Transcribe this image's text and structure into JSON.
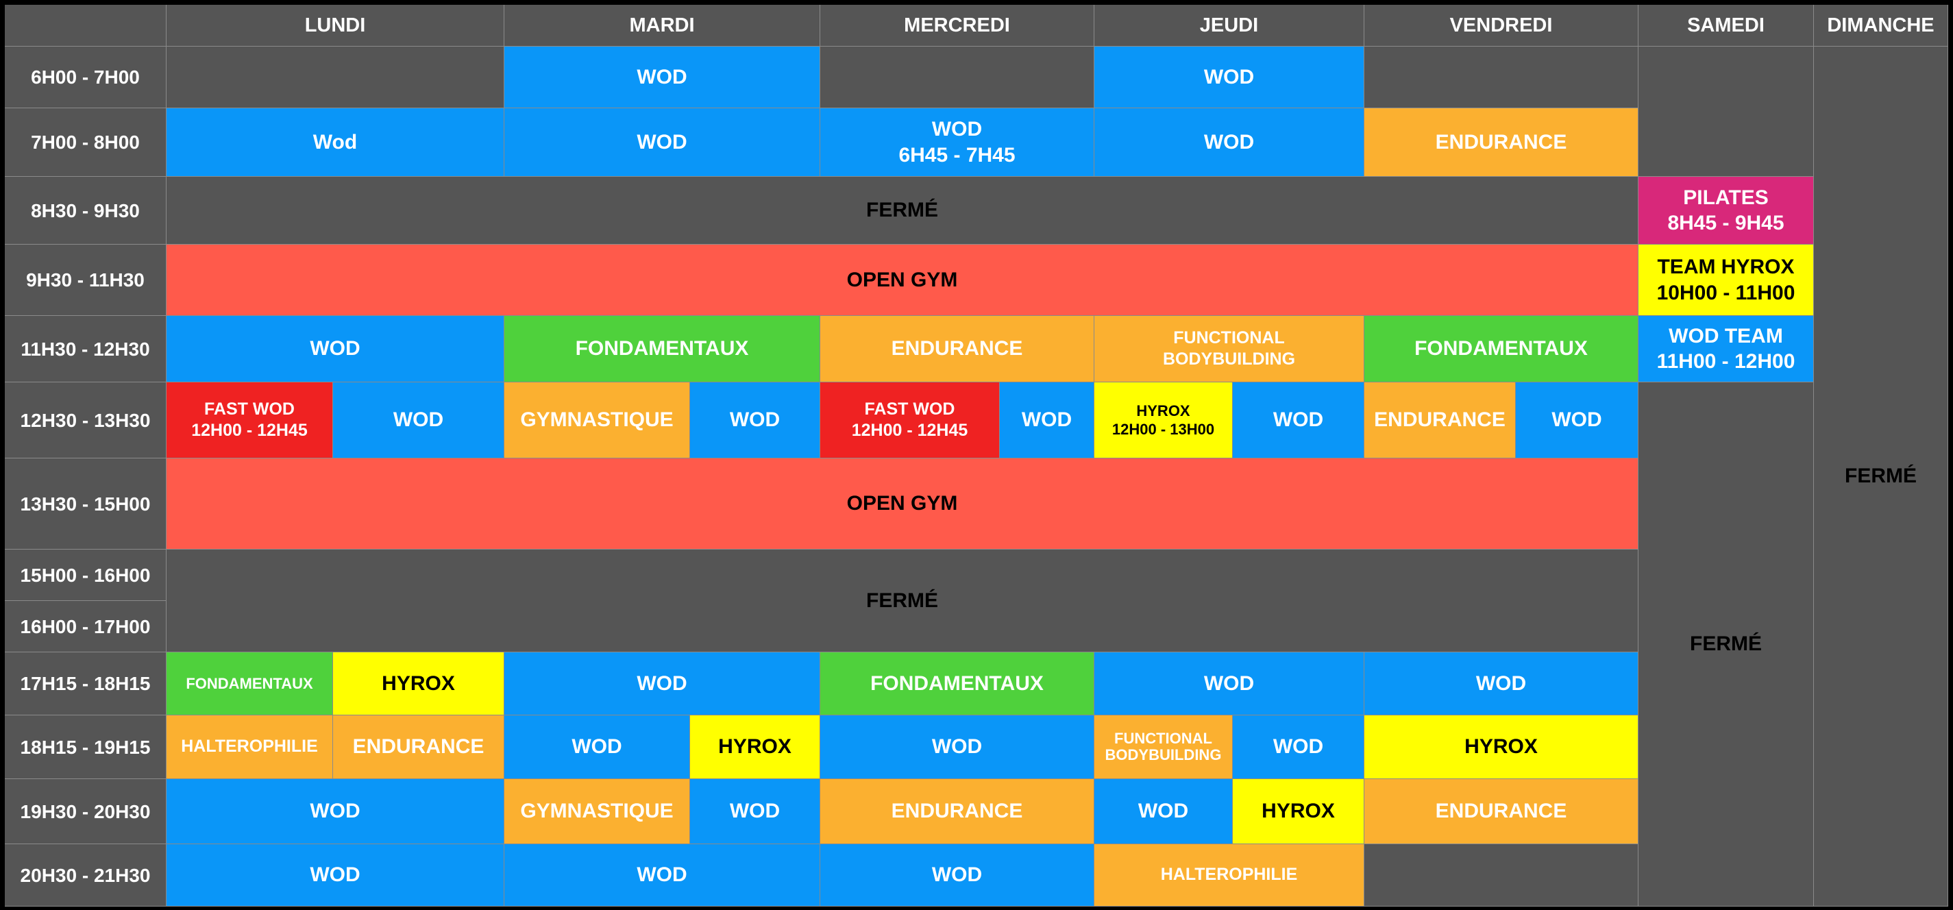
{
  "days": [
    "LUNDI",
    "MARDI",
    "MERCREDI",
    "JEUDI",
    "VENDREDI",
    "SAMEDI",
    "DIMANCHE"
  ],
  "times": [
    "6H00 - 7H00",
    "7H00 - 8H00",
    "8H30 - 9H30",
    "9H30 - 11H30",
    "11H30 - 12H30",
    "12H30 - 13H30",
    "13H30 - 15H00",
    "15H00 - 16H00",
    "16H00 - 17H00",
    "17H15 - 18H15",
    "18H15 - 19H15",
    "19H30 - 20H30",
    "20H30 - 21H30"
  ],
  "colors": {
    "wod": "#0a96f8",
    "endurance": "#fbb030",
    "fondamentaux": "#4fd13c",
    "hyrox": "#ffff00",
    "fast_wod": "#ef2222",
    "open_gym": "#ff5a4b",
    "pilates": "#d8287a",
    "ferme": "#555555"
  },
  "sessions": {
    "mardi_6": "WOD",
    "jeudi_6": "WOD",
    "lundi_7": "Wod",
    "mardi_7": "WOD",
    "mercredi_7_name": "WOD",
    "mercredi_7_time": "6H45 - 7H45",
    "jeudi_7": "WOD",
    "vendredi_7": "ENDURANCE",
    "ferme_8": "FERMÉ",
    "samedi_8_name": "PILATES",
    "samedi_8_time": "8H45 - 9H45",
    "open_gym_9": "OPEN GYM",
    "samedi_9_name": "TEAM HYROX",
    "samedi_9_time": "10H00 - 11H00",
    "lundi_11": "WOD",
    "mardi_11": "FONDAMENTAUX",
    "mercredi_11": "ENDURANCE",
    "jeudi_11_line1": "FUNCTIONAL",
    "jeudi_11_line2": "BODYBUILDING",
    "vendredi_11": "FONDAMENTAUX",
    "samedi_11_name": "WOD TEAM",
    "samedi_11_time": "11H00 - 12H00",
    "lundi_12a_name": "FAST WOD",
    "lundi_12a_time": "12H00 - 12H45",
    "lundi_12b": "WOD",
    "mardi_12a": "GYMNASTIQUE",
    "mardi_12b": "WOD",
    "mercredi_12a_name": "FAST WOD",
    "mercredi_12a_time": "12H00 - 12H45",
    "mercredi_12b": "WOD",
    "jeudi_12a_name": "HYROX",
    "jeudi_12a_time": "12H00 - 13H00",
    "jeudi_12b": "WOD",
    "vendredi_12a": "ENDURANCE",
    "vendredi_12b": "WOD",
    "open_gym_13": "OPEN GYM",
    "ferme_15": "FERMÉ",
    "samedi_ferme": "FERMÉ",
    "dimanche_ferme": "FERMÉ",
    "lundi_17a": "FONDAMENTAUX",
    "lundi_17b": "HYROX",
    "mardi_17": "WOD",
    "mercredi_17": "FONDAMENTAUX",
    "jeudi_17": "WOD",
    "vendredi_17": "WOD",
    "lundi_18a": "HALTEROPHILIE",
    "lundi_18b": "ENDURANCE",
    "mardi_18a": "WOD",
    "mardi_18b": "HYROX",
    "mercredi_18": "WOD",
    "jeudi_18a_line1": "FUNCTIONAL",
    "jeudi_18a_line2": "BODYBUILDING",
    "jeudi_18b": "WOD",
    "vendredi_18": "HYROX",
    "lundi_19": "WOD",
    "mardi_19a": "GYMNASTIQUE",
    "mardi_19b": "WOD",
    "mercredi_19": "ENDURANCE",
    "jeudi_19a": "WOD",
    "jeudi_19b": "HYROX",
    "vendredi_19": "ENDURANCE",
    "lundi_20": "WOD",
    "mardi_20": "WOD",
    "mercredi_20": "WOD",
    "jeudi_20": "HALTEROPHILIE"
  }
}
